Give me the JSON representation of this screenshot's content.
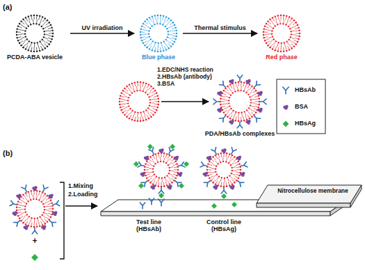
{
  "diagram": {
    "nodes": [
      {
        "text": [
          "PCDA-ABA vesicle"
        ]
      },
      {
        "text": [
          "Blue phase"
        ]
      },
      {
        "text": [
          "Red phase"
        ]
      },
      {
        "text": [
          "PDA/HBsAb complexes"
        ]
      }
    ],
    "edges": [
      {
        "from": 0,
        "to": 1,
        "arrow": "to",
        "label": "UV irradiation"
      },
      {
        "from": 1,
        "to": 2,
        "arrow": "to",
        "label": "Thermal stimulus"
      }
    ],
    "labels": [
      "(a)",
      "1.EDC/NHS reaction",
      "2.HBsAb (antibody)",
      "3.BSA",
      "(b)",
      "+",
      "1.Mixing",
      "2.Loading",
      "Test line (HBsAb)",
      "Control line (HBsAg)",
      "Nitrocellulose membrane"
    ],
    "legend": [
      {
        "text": "HBsAb"
      },
      {
        "text": "BSA"
      },
      {
        "text": "HBsAg"
      }
    ]
  }
}
